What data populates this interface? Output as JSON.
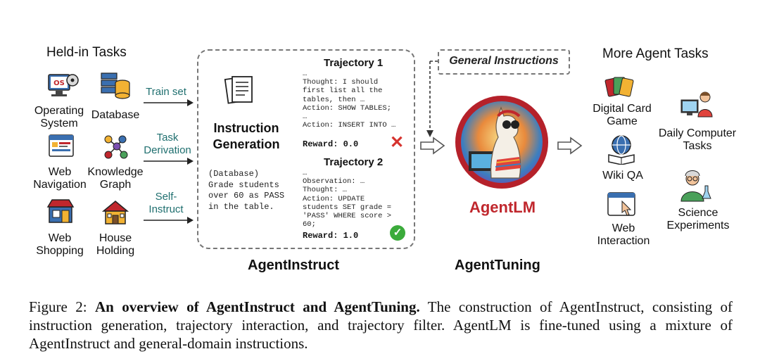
{
  "held_in": {
    "title": "Held-in Tasks",
    "tasks": [
      {
        "label": "Operating System",
        "icon": "os-icon"
      },
      {
        "label": "Database",
        "icon": "database-icon"
      },
      {
        "label": "Web Navigation",
        "icon": "web-navigation-icon"
      },
      {
        "label": "Knowledge Graph",
        "icon": "knowledge-graph-icon"
      },
      {
        "label": "Web Shopping",
        "icon": "shop-icon"
      },
      {
        "label": "House Holding",
        "icon": "house-icon"
      }
    ],
    "arrows": [
      "Train set",
      "Task Derivation",
      "Self-Instruct"
    ]
  },
  "agentinstruct": {
    "title": "AgentInstruct",
    "instruction_generation": "Instruction Generation",
    "instruction_example": "(Database) Grade students over 60 as PASS in the table.",
    "traj1": {
      "title": "Trajectory 1",
      "text": "…\nThought: I should\nfirst list all the\ntables, then …\nAction: SHOW TABLES;\n…\nAction: INSERT INTO …",
      "reward": "Reward: 0.0",
      "mark": "✕"
    },
    "traj2": {
      "title": "Trajectory 2",
      "text": "…\nObservation: …\nThought: …\nAction: UPDATE\nstudents SET grade =\n'PASS' WHERE score >\n60;",
      "reward": "Reward: 1.0",
      "mark": "✓"
    }
  },
  "general_instructions": "General Instructions",
  "agenttuning": {
    "title": "AgentTuning",
    "model": "AgentLM"
  },
  "more_tasks": {
    "title": "More Agent Tasks",
    "tasks": [
      {
        "label": "Digital Card Game",
        "icon": "cards-icon"
      },
      {
        "label": "Daily Computer Tasks",
        "icon": "computer-user-icon"
      },
      {
        "label": "Wiki QA",
        "icon": "globe-book-icon"
      },
      {
        "label": "Web Interaction",
        "icon": "web-click-icon"
      },
      {
        "label": "Science Experiments",
        "icon": "scientist-icon"
      }
    ]
  },
  "caption": {
    "prefix": "Figure 2:",
    "bold": "An overview of AgentInstruct and AgentTuning.",
    "rest": "The construction of AgentInstruct, consisting of instruction generation, trajectory interaction, and trajectory filter. AgentLM is fine-tuned using a mixture of AgentInstruct and general-domain instructions."
  },
  "colors": {
    "teal": "#1f6f6f",
    "red_title": "#c0272d",
    "ring": "#b5212a"
  }
}
